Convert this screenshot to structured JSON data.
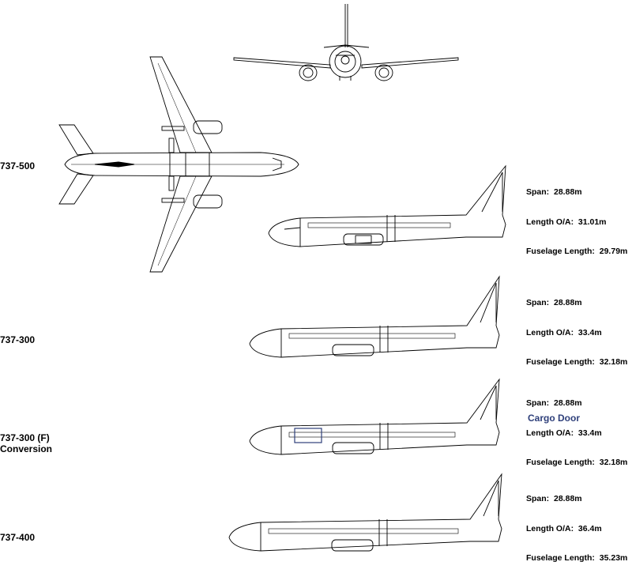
{
  "labels": {
    "v500": "737-500",
    "v300": "737-300",
    "v300f_line1": "737-300 (F)",
    "v300f_line2": "Conversion",
    "v400": "737-400"
  },
  "specs": [
    {
      "span": "Span:  28.88m",
      "length": "Length O/A:  31.01m",
      "fuselage": "Fuselage Length:  29.79m"
    },
    {
      "span": "Span:  28.88m",
      "length": "Length O/A:  33.4m",
      "fuselage": "Fuselage Length:  32.18m"
    },
    {
      "span": "Span:  28.88m",
      "length": "Length O/A:  33.4m",
      "fuselage": "Fuselage Length:  32.18m"
    },
    {
      "span": "Span:  28.88m",
      "length": "Length O/A:  36.4m",
      "fuselage": "Fuselage Length:  35.23m"
    }
  ],
  "cargo_note": "Cargo Door",
  "colors": {
    "line": "#000000",
    "cargo_door_outline": "#2e3f7a",
    "background": "#ffffff"
  },
  "icons": [
    "front-view-aircraft-icon",
    "top-view-aircraft-icon",
    "side-view-aircraft-icon"
  ]
}
